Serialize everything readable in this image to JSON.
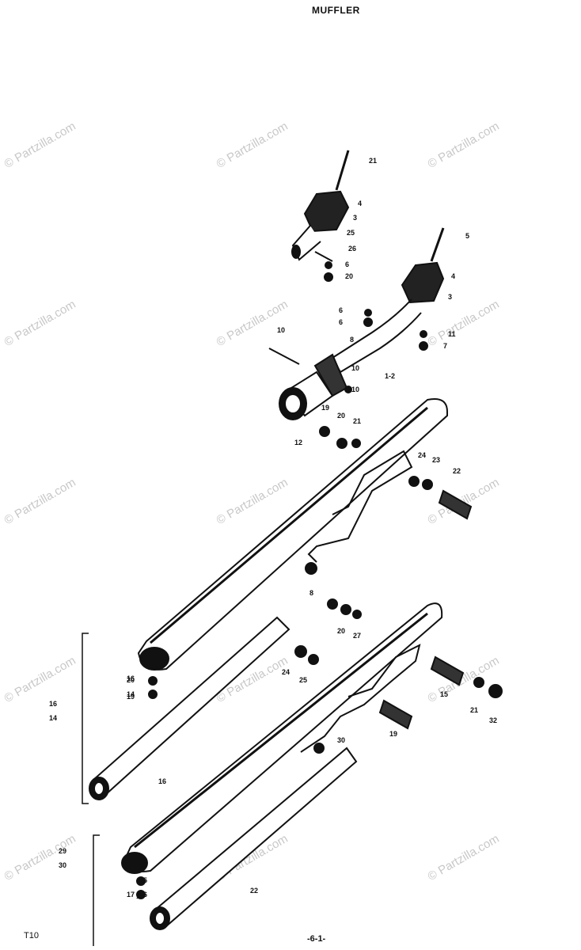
{
  "title": "MUFFLER",
  "footer": {
    "left": "T10",
    "center": "-6-1-"
  },
  "watermark": "© Partzilla.com",
  "callouts": [
    "21",
    "4",
    "3",
    "25",
    "26",
    "6",
    "20",
    "5",
    "4",
    "3",
    "6",
    "6",
    "11",
    "7",
    "10",
    "8",
    "10",
    "1-2",
    "10",
    "12",
    "19",
    "20",
    "21",
    "24",
    "23",
    "22",
    "8",
    "16",
    "14",
    "20",
    "27",
    "24",
    "25",
    "16",
    "17",
    "15",
    "21",
    "32",
    "30",
    "19",
    "22",
    "15",
    "19",
    "20",
    "16",
    "17"
  ],
  "group_labels": {
    "upper": [
      "16",
      "14"
    ],
    "lower": [
      "29",
      "30"
    ]
  }
}
